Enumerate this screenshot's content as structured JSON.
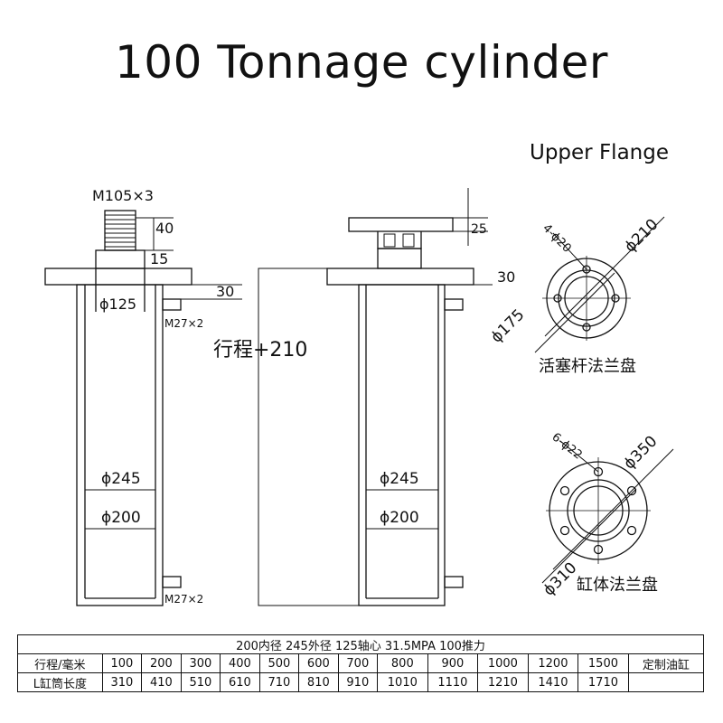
{
  "title": "100 Tonnage cylinder",
  "subtitle": "Upper Flange",
  "left_view": {
    "thread_label": "M105×3",
    "dim_40": "40",
    "dim_15": "15",
    "dim_30": "30",
    "rod_dia": "ϕ125",
    "port_top": "M27×2",
    "outer_dia": "ϕ245",
    "inner_dia": "ϕ200",
    "port_bottom": "M27×2"
  },
  "right_view": {
    "dim_25": "25",
    "dim_30": "30",
    "stroke_label": "行程+210",
    "outer_dia": "ϕ245",
    "inner_dia": "ϕ200"
  },
  "piston_flange": {
    "holes": "4-ϕ20",
    "outer_dia": "ϕ210",
    "bolt_circle": "ϕ175",
    "caption": "活塞杆法兰盘"
  },
  "cylinder_flange": {
    "holes": "6-ϕ22",
    "outer_dia": "ϕ350",
    "bolt_circle": "ϕ310",
    "caption": "缸体法兰盘"
  },
  "table": {
    "header": "200内径 245外径 125轴心 31.5MPA 100推力",
    "row1": [
      "行程/毫米",
      "100",
      "200",
      "300",
      "400",
      "500",
      "600",
      "700",
      "800",
      "900",
      "1000",
      "1200",
      "1500",
      "定制油缸"
    ],
    "row2": [
      "L缸筒长度",
      "310",
      "410",
      "510",
      "610",
      "710",
      "810",
      "910",
      "1010",
      "1110",
      "1210",
      "1410",
      "1710",
      ""
    ]
  }
}
